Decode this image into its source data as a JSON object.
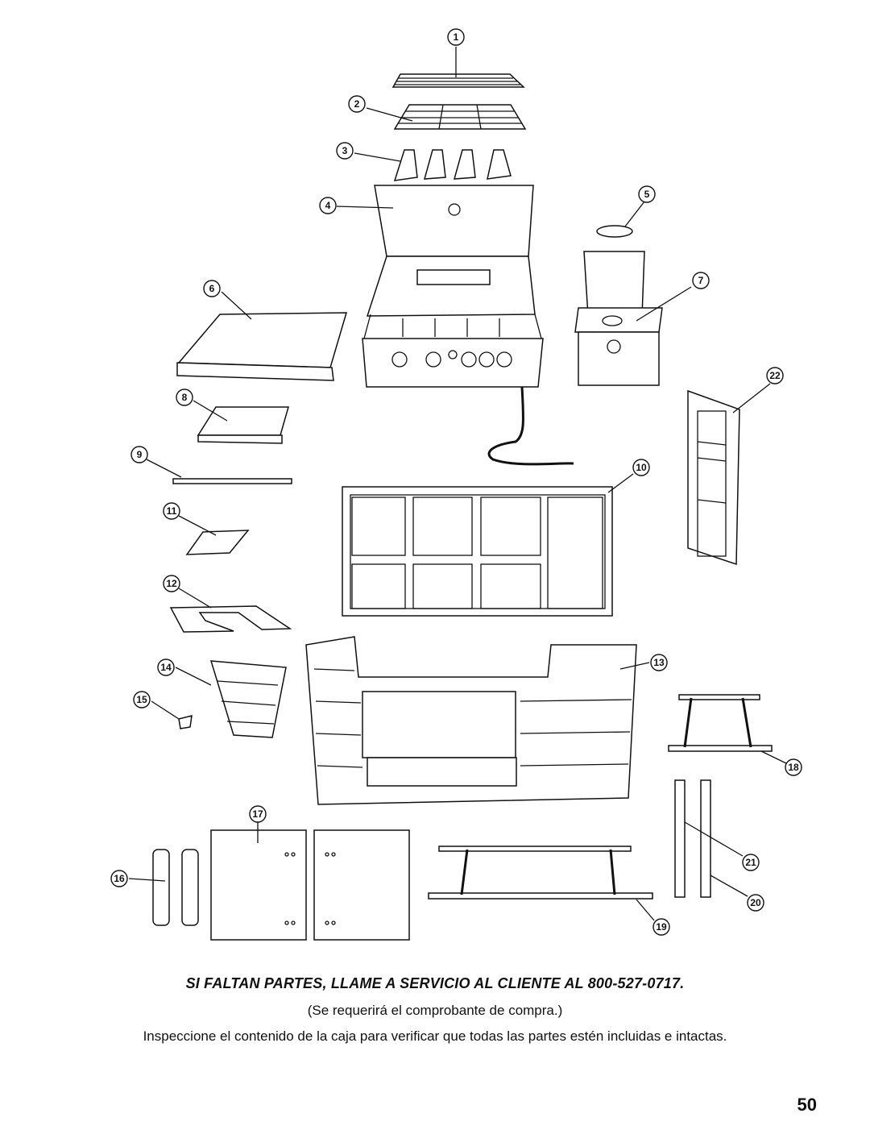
{
  "notice": {
    "heading": "SI FALTAN PARTES, LLAME A SERVICIO AL CLIENTE AL 800-527-0717.",
    "subnote": "(Se requerirá el comprobante de compra.)",
    "instruction": "Inspeccione el contenido de la caja para verificar que todas las partes estén incluidas e intactas."
  },
  "page_number": "50",
  "callouts": [
    "1",
    "2",
    "3",
    "4",
    "5",
    "6",
    "7",
    "8",
    "9",
    "10",
    "11",
    "12",
    "13",
    "14",
    "15",
    "16",
    "17",
    "18",
    "19",
    "20",
    "21",
    "22"
  ]
}
